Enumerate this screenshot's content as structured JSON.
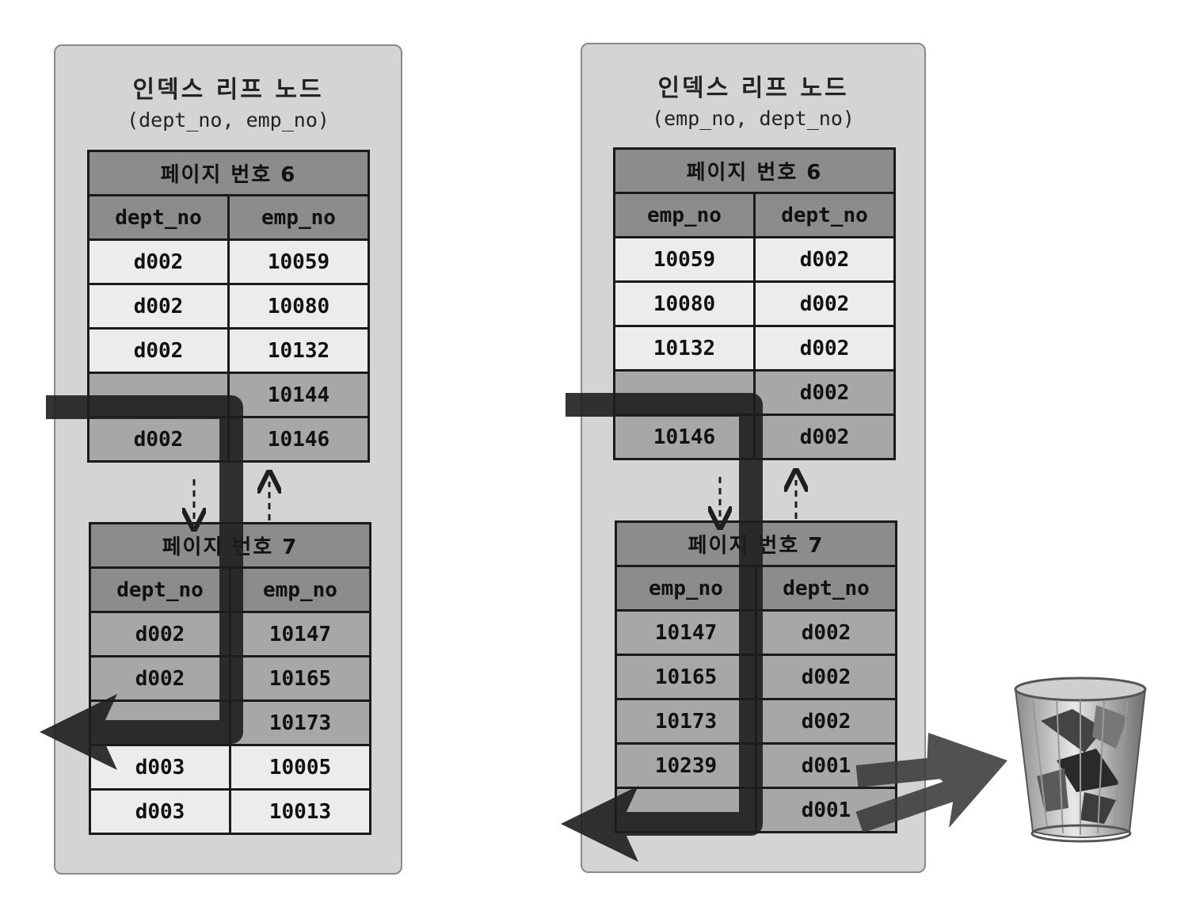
{
  "left": {
    "title": "인덱스 리프 노드",
    "columns_caption": "(dept_no, emp_no)",
    "page6": {
      "header": "페이지 번호 6",
      "col1": "dept_no",
      "col2": "emp_no",
      "rows": [
        {
          "c1": "d002",
          "c2": "10059"
        },
        {
          "c1": "d002",
          "c2": "10080"
        },
        {
          "c1": "d002",
          "c2": "10132"
        },
        {
          "c1": "",
          "c2": "10144"
        },
        {
          "c1": "d002",
          "c2": "10146"
        }
      ]
    },
    "page7": {
      "header": "페이지 번호 7",
      "col1": "dept_no",
      "col2": "emp_no",
      "rows": [
        {
          "c1": "d002",
          "c2": "10147"
        },
        {
          "c1": "d002",
          "c2": "10165"
        },
        {
          "c1": "",
          "c2": "10173"
        },
        {
          "c1": "d003",
          "c2": "10005"
        },
        {
          "c1": "d003",
          "c2": "10013"
        }
      ]
    }
  },
  "right": {
    "title": "인덱스 리프 노드",
    "columns_caption": "(emp_no, dept_no)",
    "page6": {
      "header": "페이지 번호 6",
      "col1": "emp_no",
      "col2": "dept_no",
      "rows": [
        {
          "c1": "10059",
          "c2": "d002"
        },
        {
          "c1": "10080",
          "c2": "d002"
        },
        {
          "c1": "10132",
          "c2": "d002"
        },
        {
          "c1": "",
          "c2": "d002"
        },
        {
          "c1": "10146",
          "c2": "d002"
        }
      ]
    },
    "page7": {
      "header": "페이지 번호 7",
      "col1": "emp_no",
      "col2": "dept_no",
      "rows": [
        {
          "c1": "10147",
          "c2": "d002"
        },
        {
          "c1": "10165",
          "c2": "d002"
        },
        {
          "c1": "10173",
          "c2": "d002"
        },
        {
          "c1": "10239",
          "c2": "d001"
        },
        {
          "c1": "",
          "c2": "d001"
        }
      ]
    }
  },
  "colors": {
    "panel": "#d4d4d4",
    "header": "#8c8c8c",
    "row_light": "#ececec",
    "row_dark": "#a7a7a7",
    "path": "#1e1e1e"
  },
  "icons": {
    "scan_path": "scan-path-arrow",
    "discard": "discard-arrow-icon",
    "trash": "trash-can-icon"
  }
}
